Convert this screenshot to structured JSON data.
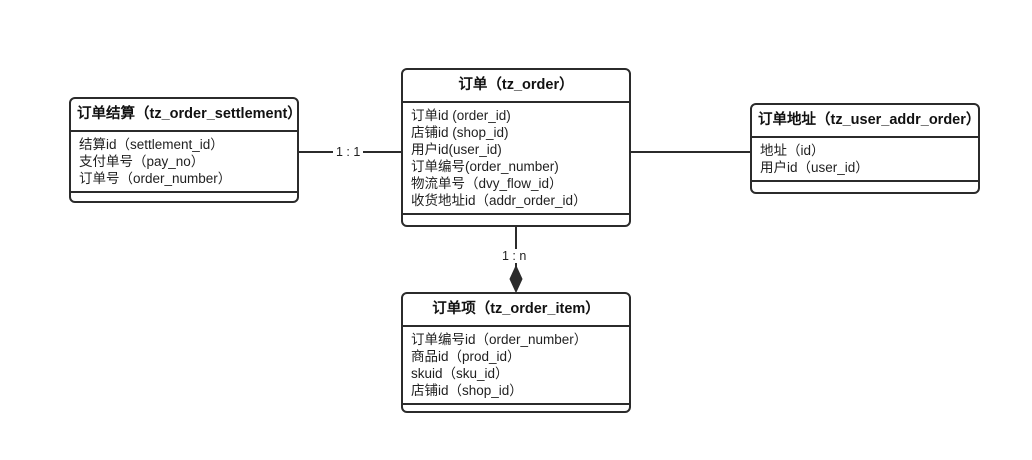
{
  "diagram": {
    "type": "er-diagram",
    "background_color": "#ffffff",
    "line_color": "#2b2b2b",
    "text_color": "#1f1f1f"
  },
  "entities": {
    "order_settlement": {
      "title": "订单结算（tz_order_settlement）",
      "attributes": [
        "结算id（settlement_id）",
        "支付单号（pay_no）",
        "订单号（order_number）"
      ]
    },
    "order": {
      "title": "订单（tz_order）",
      "attributes": [
        "订单id (order_id)",
        "店铺id (shop_id)",
        "用户id(user_id)",
        "订单编号(order_number)",
        "物流单号（dvy_flow_id）",
        "收货地址id（addr_order_id）"
      ]
    },
    "user_addr_order": {
      "title": "订单地址（tz_user_addr_order）",
      "attributes": [
        "地址（id）",
        "用户id（user_id）"
      ]
    },
    "order_item": {
      "title": "订单项（tz_order_item）",
      "attributes": [
        "订单编号id（order_number）",
        "商品id（prod_id）",
        "skuid（sku_id）",
        "店铺id（shop_id）"
      ]
    }
  },
  "relationships": [
    {
      "id": "settlement-to-order",
      "from": "order_settlement",
      "to": "order",
      "label": "1 : 1",
      "marker": "none"
    },
    {
      "id": "order-to-addr",
      "from": "order",
      "to": "user_addr_order",
      "label": "",
      "marker": "none"
    },
    {
      "id": "order-to-item",
      "from": "order",
      "to": "order_item",
      "label": "1 : n",
      "marker": "filled-diamond"
    }
  ]
}
